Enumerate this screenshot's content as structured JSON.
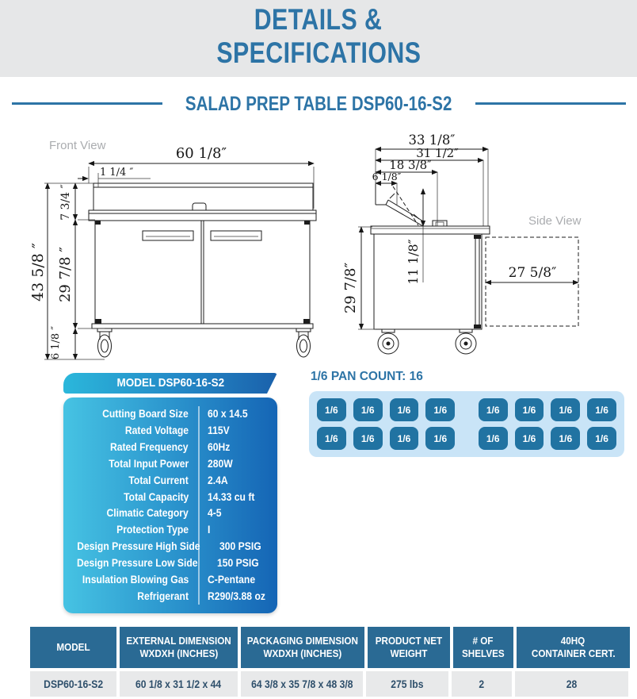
{
  "header": {
    "title_line1": "DETAILS &",
    "title_line2": "SPECIFICATIONS",
    "subtitle": "SALAD PREP TABLE DSP60-16-S2"
  },
  "front_view": {
    "label": "Front View",
    "dim_width": "60  1/8″",
    "dim_offset": "1 1/4 ″",
    "dim_hood_height": "7 3/4 ″",
    "dim_body_height": "29  7/8 ″",
    "dim_total_height": "43  5/8 ″",
    "dim_caster_height": "6 1/8 ″"
  },
  "side_view": {
    "label": "Side View",
    "dim_depth_total": "33  1/8″",
    "dim_depth_body": "31  1/2″",
    "dim_board": "18  3/8″",
    "dim_rail": "6  1/8″",
    "dim_pan_depth": "11  1/8″",
    "dim_body_height": "29  7/8″",
    "dim_door_swing": "27  5/8″"
  },
  "spec_card": {
    "header": "MODEL DSP60-16-S2",
    "rows": [
      {
        "label": "Cutting Board Size",
        "value": "60 x 14.5"
      },
      {
        "label": "Rated Voltage",
        "value": "115V"
      },
      {
        "label": "Rated Frequency",
        "value": "60Hz"
      },
      {
        "label": "Total Input Power",
        "value": "280W"
      },
      {
        "label": "Total Current",
        "value": "2.4A"
      },
      {
        "label": "Total Capacity",
        "value": "14.33 cu ft"
      },
      {
        "label": "Climatic Category",
        "value": "4-5"
      },
      {
        "label": "Protection Type",
        "value": "I"
      },
      {
        "label": "Design Pressure High Side",
        "value": "300 PSIG"
      },
      {
        "label": "Design Pressure Low Side",
        "value": "150 PSIG"
      },
      {
        "label": "Insulation Blowing Gas",
        "value": "C-Pentane"
      },
      {
        "label": "Refrigerant",
        "value": "R290/3.88 oz"
      }
    ]
  },
  "pan_section": {
    "title": "1/6 PAN COUNT: 16",
    "tile_label": "1/6",
    "rows": 2,
    "cols": 8,
    "total": 16
  },
  "bottom_table": {
    "headers": [
      {
        "line1": "MODEL",
        "line2": ""
      },
      {
        "line1": "EXTERNAL DIMENSION",
        "line2": "WXDXH (INCHES)"
      },
      {
        "line1": "PACKAGING DIMENSION",
        "line2": "WXDXH (INCHES)"
      },
      {
        "line1": "PRODUCT NET",
        "line2": "WEIGHT"
      },
      {
        "line1": "# OF",
        "line2": "SHELVES"
      },
      {
        "line1": "40HQ",
        "line2": "CONTAINER CERT."
      }
    ],
    "row": [
      "DSP60-16-S2",
      "60 1/8 x 31 1/2 x 44",
      "64 3/8 x 35 7/8 x 48 3/8",
      "275 lbs",
      "2",
      "28"
    ]
  },
  "colors": {
    "accent_blue": "#2D74A6",
    "band_gray": "#E6E7E8",
    "card_gradient_start": "#46C3E3",
    "card_gradient_end": "#1565B5",
    "pan_panel_bg": "#C9E4F7",
    "pan_tile_bg": "#2173A2",
    "table_header_bg": "#2A6A94",
    "table_row_bg": "#E8E9EA",
    "drawing_label_gray": "#AAACAF"
  }
}
